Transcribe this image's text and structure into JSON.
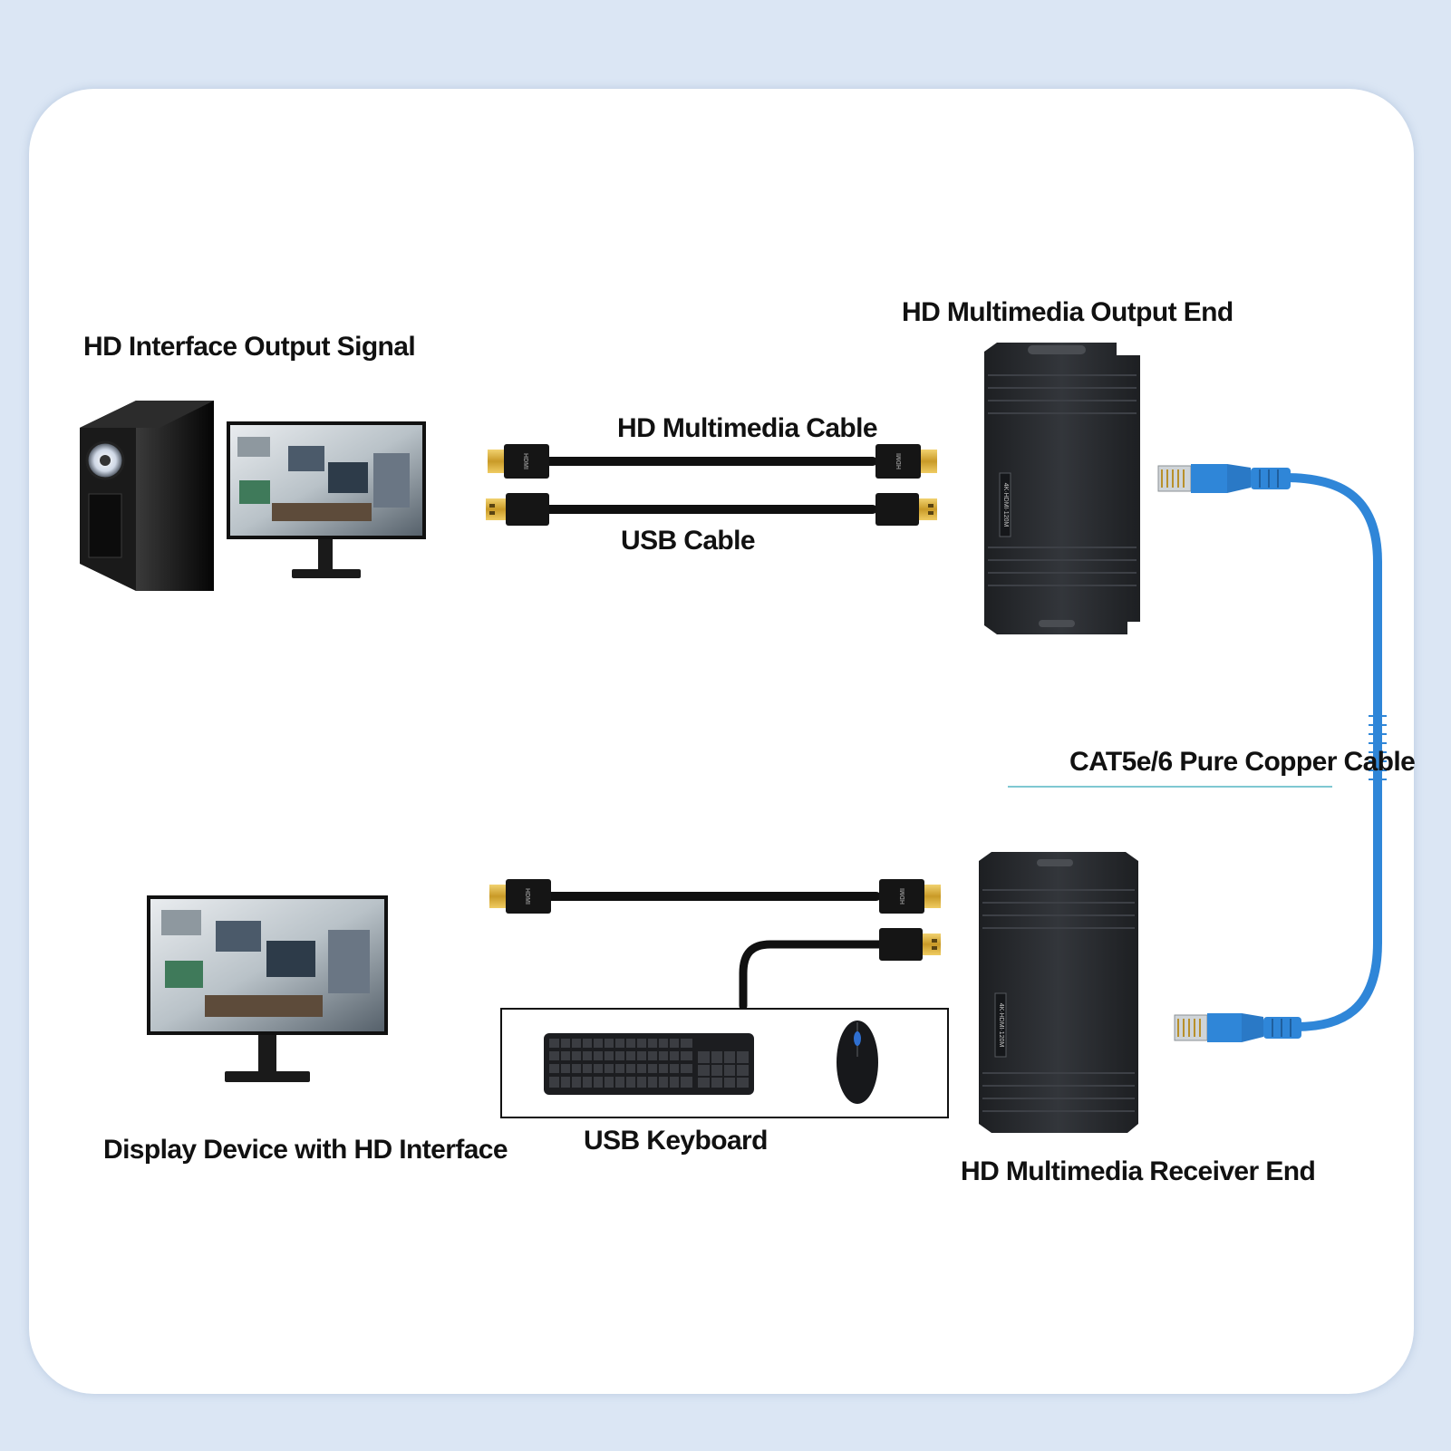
{
  "labels": {
    "hd_interface_output_signal": "HD Interface Output Signal",
    "hd_multimedia_cable": "HD Multimedia Cable",
    "usb_cable": "USB Cable",
    "hd_multimedia_output_end": "HD Multimedia Output End",
    "cat_cable": "CAT5e/6 Pure Copper Cable",
    "display_device": "Display Device with HD Interface",
    "usb_keyboard": "USB Keyboard",
    "hd_multimedia_receiver_end": "HD Multimedia Receiver End"
  },
  "connector_marks": {
    "hdmi": "HDMI",
    "extender_model": "4K·HDMI·120M"
  },
  "colors": {
    "page_background": "#dbe6f4",
    "card_background": "#ffffff",
    "network_cable": "#2f86d8",
    "device_body": "#26282c",
    "connector_gold": "#d8ae3a"
  },
  "icons": [
    "desktop-tower-icon",
    "monitor-icon",
    "hdmi-cable-icon",
    "usb-cable-icon",
    "extender-box-icon",
    "rj45-connector-icon",
    "keyboard-icon",
    "mouse-icon"
  ]
}
